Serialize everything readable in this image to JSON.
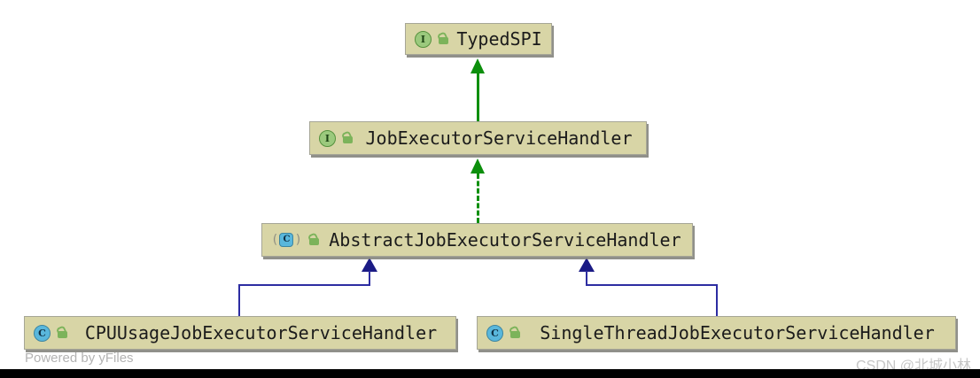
{
  "diagram": {
    "kind": "uml-class-hierarchy",
    "nodes": [
      {
        "id": "typed-spi",
        "label": "TypedSPI",
        "stereotype": "interface"
      },
      {
        "id": "job-executor-service-handler",
        "label": "JobExecutorServiceHandler",
        "stereotype": "interface"
      },
      {
        "id": "abstract-job-executor-service-handler",
        "label": "AbstractJobExecutorServiceHandler",
        "stereotype": "abstract-class"
      },
      {
        "id": "cpu-usage-job-executor-service-handler",
        "label": "CPUUsageJobExecutorServiceHandler",
        "stereotype": "class"
      },
      {
        "id": "single-thread-job-executor-service-handler",
        "label": "SingleThreadJobExecutorServiceHandler",
        "stereotype": "class"
      }
    ],
    "edges": [
      {
        "from": "JobExecutorServiceHandler",
        "to": "TypedSPI",
        "relation": "extends",
        "style": "solid",
        "color": "#0c8f0c"
      },
      {
        "from": "AbstractJobExecutorServiceHandler",
        "to": "JobExecutorServiceHandler",
        "relation": "implements",
        "style": "dashed",
        "color": "#0c8f0c"
      },
      {
        "from": "CPUUsageJobExecutorServiceHandler",
        "to": "AbstractJobExecutorServiceHandler",
        "relation": "extends",
        "style": "solid",
        "color": "#2d2da2"
      },
      {
        "from": "SingleThreadJobExecutorServiceHandler",
        "to": "AbstractJobExecutorServiceHandler",
        "relation": "extends",
        "style": "solid",
        "color": "#2d2da2"
      }
    ],
    "icons": {
      "interface_letter": "I",
      "class_letter": "C",
      "abstract_paren_open": "(",
      "abstract_paren_close": ")"
    }
  },
  "watermarks": {
    "yfiles": "Powered by yFiles",
    "csdn": "CSDN @北城小林"
  },
  "colors": {
    "node_fill": "#d8d5a6",
    "node_border": "#a6a696",
    "edge_green": "#0c8f0c",
    "edge_blue": "#2d2da2",
    "arrowhead_blue": "#1b1b85",
    "interface_icon": "#9bc97d",
    "class_icon": "#59b7dc",
    "lock_icon": "#7cb35a",
    "watermark": "#b3b3b3",
    "bottom_bar": "#000000"
  }
}
